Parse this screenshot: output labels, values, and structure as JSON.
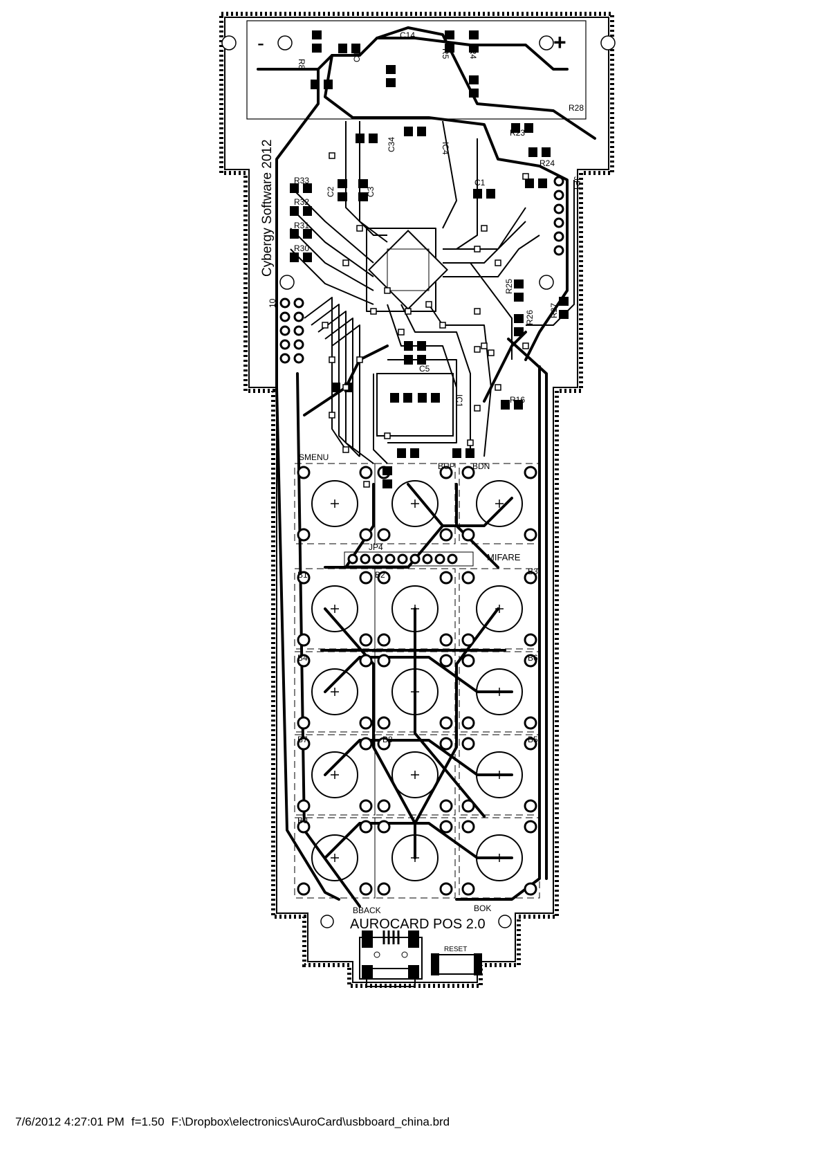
{
  "board": {
    "title": "AUROCARD POS 2.0",
    "copyright": "Cybergy Software 2012",
    "polarity": {
      "minus": "-",
      "plus": "+"
    },
    "resistors": [
      "R8",
      "R5",
      "R4",
      "R23",
      "R24",
      "R33",
      "R32",
      "R31",
      "R30",
      "R25",
      "R26",
      "R27",
      "R16",
      "R28"
    ],
    "capacitors": [
      "C13",
      "C14",
      "C34",
      "C1",
      "C2",
      "C3",
      "C5"
    ],
    "chips": [
      "IC4",
      "IC1"
    ],
    "jumpers": [
      "JP4",
      "JP1"
    ],
    "connector_label": "MIFARE",
    "pin_label": "10",
    "button_labels": [
      "SMENU",
      "BUP",
      "BDN",
      "B2",
      "B3",
      "B1",
      "B6",
      "B4",
      "B8",
      "B5",
      "B7",
      "B0",
      "BBACK",
      "BOK",
      "RESET"
    ],
    "keypad": {
      "rows": 5,
      "cols": 3
    }
  },
  "footer": {
    "timestamp": "7/6/2012 4:27:01 PM",
    "scale": "f=1.50",
    "path": "F:\\Dropbox\\electronics\\AuroCard\\usbboard_china.brd"
  },
  "colors": {
    "ink": "#000000",
    "paper": "#ffffff"
  }
}
